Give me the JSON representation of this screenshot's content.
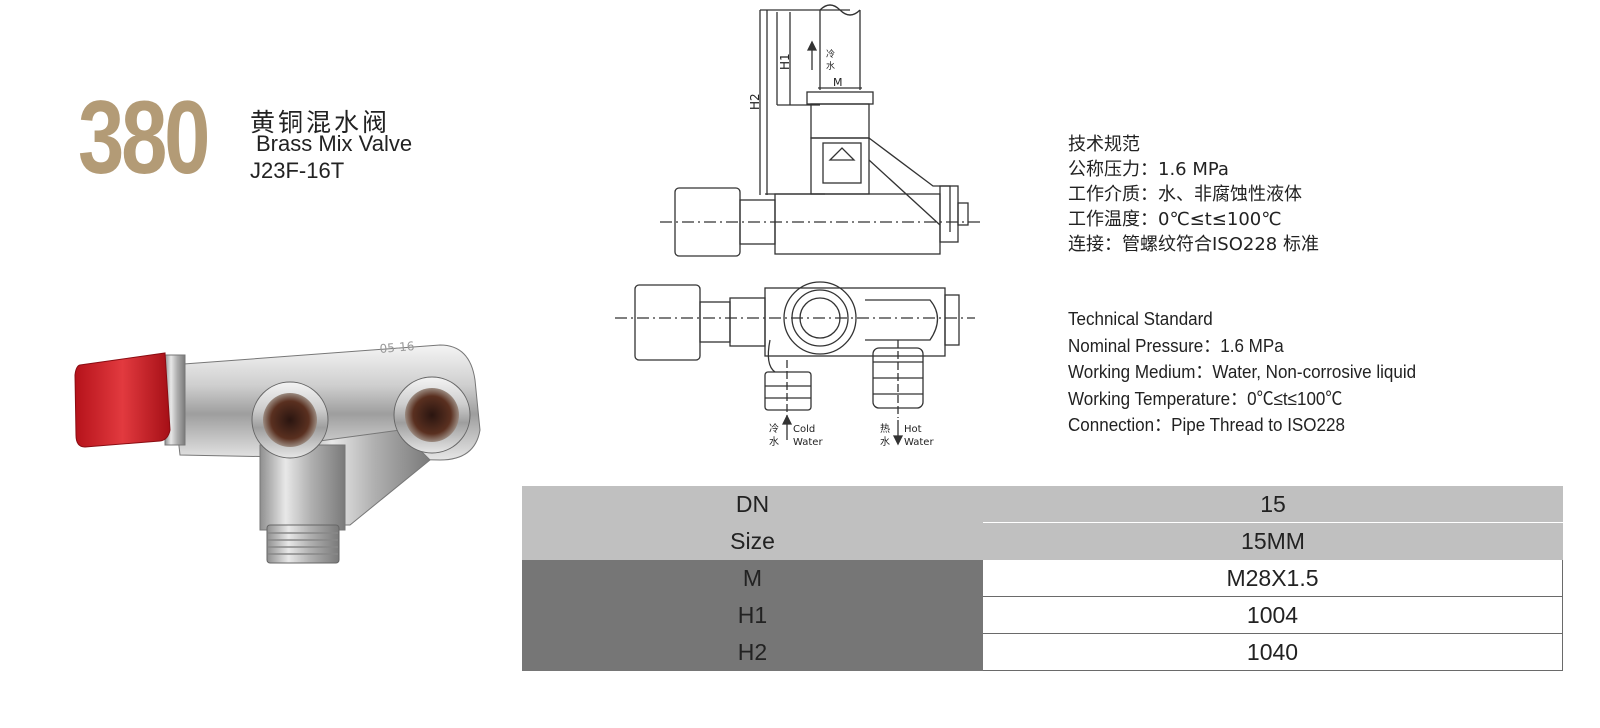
{
  "header": {
    "model": "380",
    "title_cn": "黄铜混水阀",
    "title_en": "Brass Mix Valve",
    "code": "J23F-16T"
  },
  "drawing": {
    "h1": "H1",
    "h2": "H2",
    "m": "M",
    "cold_cn_top": "冷",
    "cold_cn_bottom": "水",
    "cold_en_1": "Cold",
    "cold_en_2": "Water",
    "hot_cn_top": "热",
    "hot_cn_bottom": "水",
    "hot_en_1": "Hot",
    "hot_en_2": "Water"
  },
  "spec_cn": [
    "技术规范",
    "公称压力：1.6 MPa",
    "工作介质：水、非腐蚀性液体",
    "工作温度：0℃≤t≤100℃",
    "连接：管螺纹符合ISO228 标准"
  ],
  "spec_en": [
    "Technical Standard",
    "Nominal Pressure：1.6 MPa",
    "Working Medium：Water, Non-corrosive liquid",
    "Working Temperature：0℃≤t≤100℃",
    "Connection：Pipe Thread to ISO228"
  ],
  "table": {
    "rows": [
      {
        "label": "DN",
        "value": "15"
      },
      {
        "label": "Size",
        "value": "15MM"
      },
      {
        "label": "M",
        "value": "M28X1.5"
      },
      {
        "label": "H1",
        "value": "1004"
      },
      {
        "label": "H2",
        "value": "1040"
      }
    ]
  },
  "colors": {
    "brand_tan": "#b39b76",
    "cap_red": "#d8262d",
    "table_light": "#c0c0c0",
    "table_dark": "#767676"
  }
}
